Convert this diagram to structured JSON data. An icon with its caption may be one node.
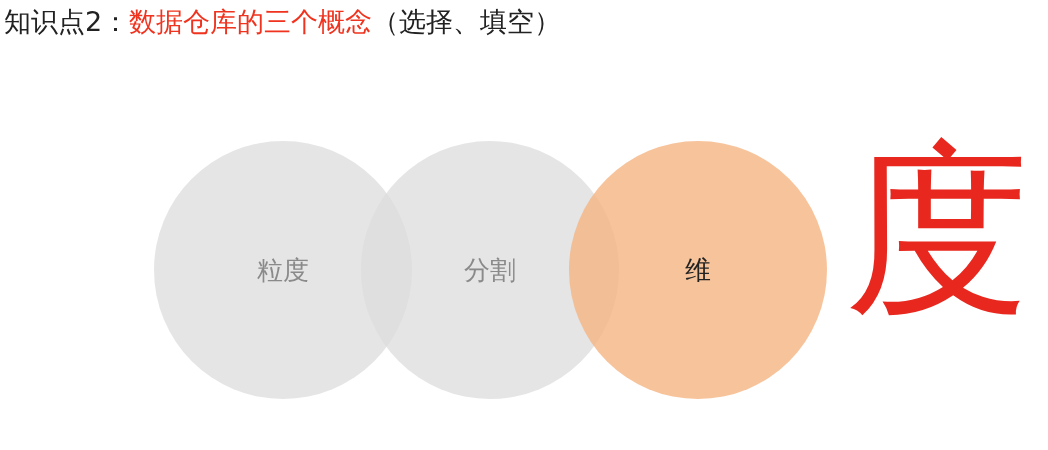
{
  "diagram": {
    "title": "知识点2：数据仓库的三个概念（选择、填空）",
    "nodes": [
      {
        "text": [
          "粒度"
        ]
      },
      {
        "text": [
          "分割"
        ]
      },
      {
        "text": [
          "维"
        ]
      }
    ],
    "labels": [
      "度"
    ]
  }
}
